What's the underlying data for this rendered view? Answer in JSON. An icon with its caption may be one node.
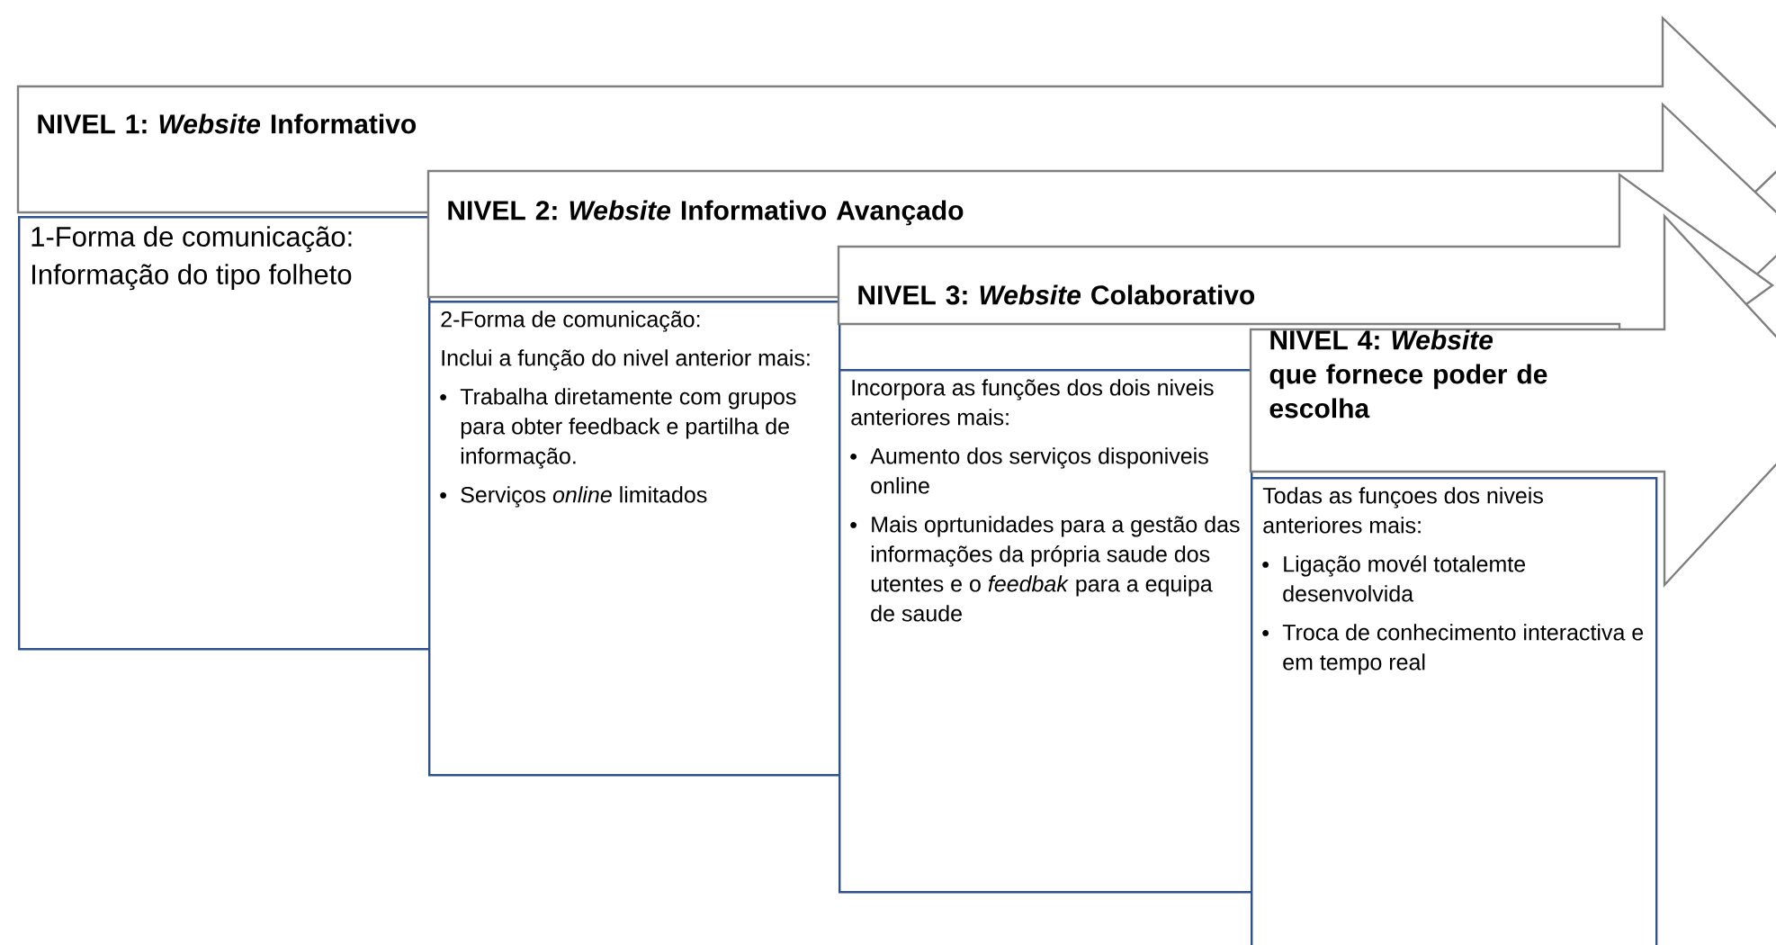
{
  "diagram": {
    "nodes": [
      {
        "text": [
          "NIVEL 1: *Website* Informativo"
        ]
      },
      {
        "text": [
          "1-Forma de comunicação: Informação do tipo folheto"
        ]
      },
      {
        "text": [
          "NIVEL 2: *Website* Informativo Avançado"
        ]
      },
      {
        "text": [
          "2-Forma de comunicação:",
          "Inclui a função do nivel anterior mais:",
          "Trabalha diretamente com grupos para obter feedback e partilha de informação.",
          "Serviços *online* limitados"
        ]
      },
      {
        "text": [
          "NIVEL 3: *Website* Colaborativo"
        ]
      },
      {
        "text": [
          "Incorpora as funções dos dois niveis anteriores mais:",
          "Aumento dos serviços disponiveis online",
          "Mais oprtunidades para a gestão das informações da própria saude dos utentes e o *feedbak* para a equipa de saude"
        ]
      },
      {
        "text": [
          "NIVEL 4: *Website* que fornece poder de escolha"
        ]
      },
      {
        "text": [
          "Todas as funçoes dos niveis anteriores mais:",
          "Ligação movél totalemte desenvolvida",
          "Troca de conhecimento interactiva e em tempo real"
        ]
      }
    ]
  }
}
